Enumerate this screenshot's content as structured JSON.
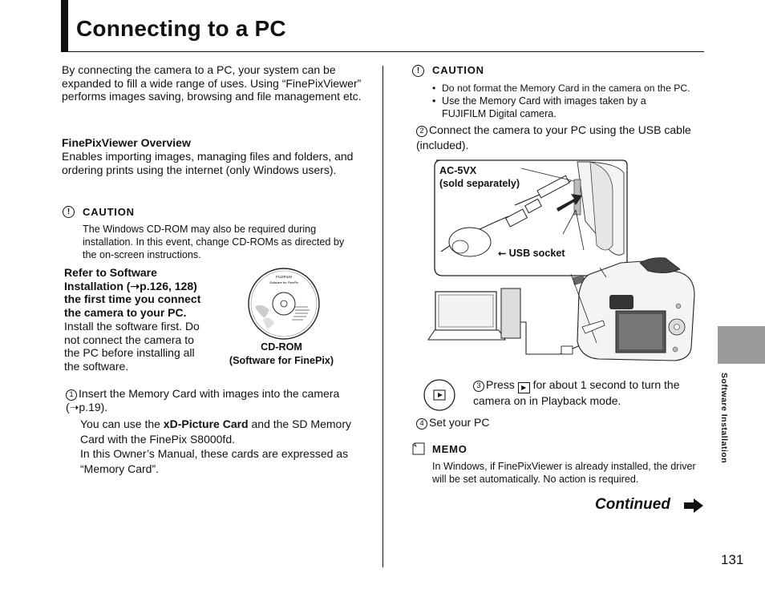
{
  "page": {
    "title": "Connecting to a PC",
    "page_number": "131",
    "side_tab_label": "Software Installation",
    "continued": "Continued"
  },
  "left": {
    "intro": "By connecting the camera to a PC, your system can be expanded to fill a wide range of uses. Using “FinePixViewer” performs images saving, browsing and file management etc.",
    "overview_heading": "FinePixViewer Overview",
    "overview_text": "Enables importing images, managing files and folders, and ordering prints using the internet (only Windows users).",
    "caution_label": "CAUTION",
    "caution_text": "The Windows CD-ROM may also be required during installation. In this event, change CD-ROMs as directed by the on-screen instructions.",
    "refer_bold_1": "Refer to Software Installation (➝p.126, 128) the first time you connect the camera to your PC.",
    "refer_text": "Install the software first. Do not connect the camera to the PC before installing all the software.",
    "cd_label_1": "CD-ROM",
    "cd_label_2": "(Software for FinePix)",
    "cd_disc_brand": "FUJIFILM",
    "cd_disc_title": "Software for FinePix",
    "step1_num": "1",
    "step1_text": "Insert the Memory Card with images into the camera (➝p.19).",
    "step1_sub_a": "You can use the ",
    "step1_sub_bold": "xD-Picture Card",
    "step1_sub_b": " and the SD Memory Card with the FinePix S8000fd.",
    "step1_sub_c": "In this Owner’s Manual, these cards are expressed as “Memory Card”."
  },
  "right": {
    "caution_label": "CAUTION",
    "bullet1": "Do not format the Memory Card in the camera on the PC.",
    "bullet2": "Use the Memory Card with images taken by a FUJIFILM Digital camera.",
    "step2_num": "2",
    "step2_text": "Connect the camera to your PC using the USB cable (included).",
    "diagram_label_1": "AC-5VX",
    "diagram_label_2": "(sold separately)",
    "diagram_usb_label": "USB socket",
    "step3_num": "3",
    "step3_text_a": "Press ",
    "step3_text_b": " for about 1 second to turn the camera on in Playback mode.",
    "step4_num": "4",
    "step4_text": "Set your PC",
    "memo_label": "MEMO",
    "memo_text": "In Windows, if FinePixViewer is already installed, the driver will be set automatically. No action is required."
  }
}
